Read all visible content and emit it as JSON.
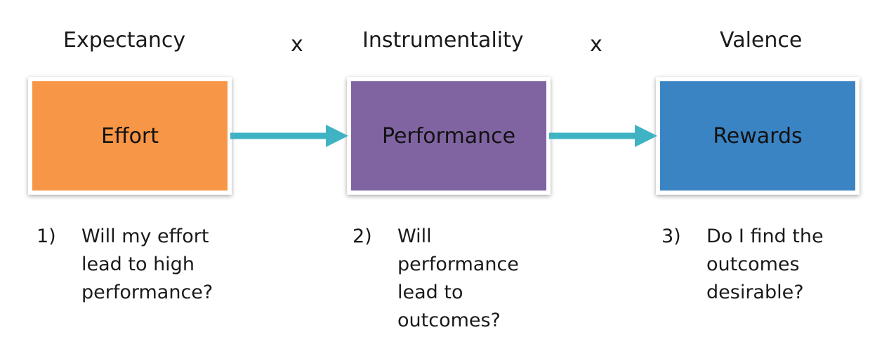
{
  "headers": {
    "expectancy": "Expectancy",
    "instrumentality": "Instrumentality",
    "valence": "Valence"
  },
  "operators": {
    "first": "x",
    "second": "x"
  },
  "boxes": {
    "effort": {
      "label": "Effort",
      "color": "#F79646"
    },
    "performance": {
      "label": "Performance",
      "color": "#8064A2"
    },
    "rewards": {
      "label": "Rewards",
      "color": "#3B84C4"
    }
  },
  "arrow_color": "#3FB3C4",
  "questions": [
    {
      "number": "1)",
      "text": "Will my effort lead to high performance?"
    },
    {
      "number": "2)",
      "text": "Will performance lead to outcomes?"
    },
    {
      "number": "3)",
      "text": "Do I find the outcomes desirable?"
    }
  ]
}
